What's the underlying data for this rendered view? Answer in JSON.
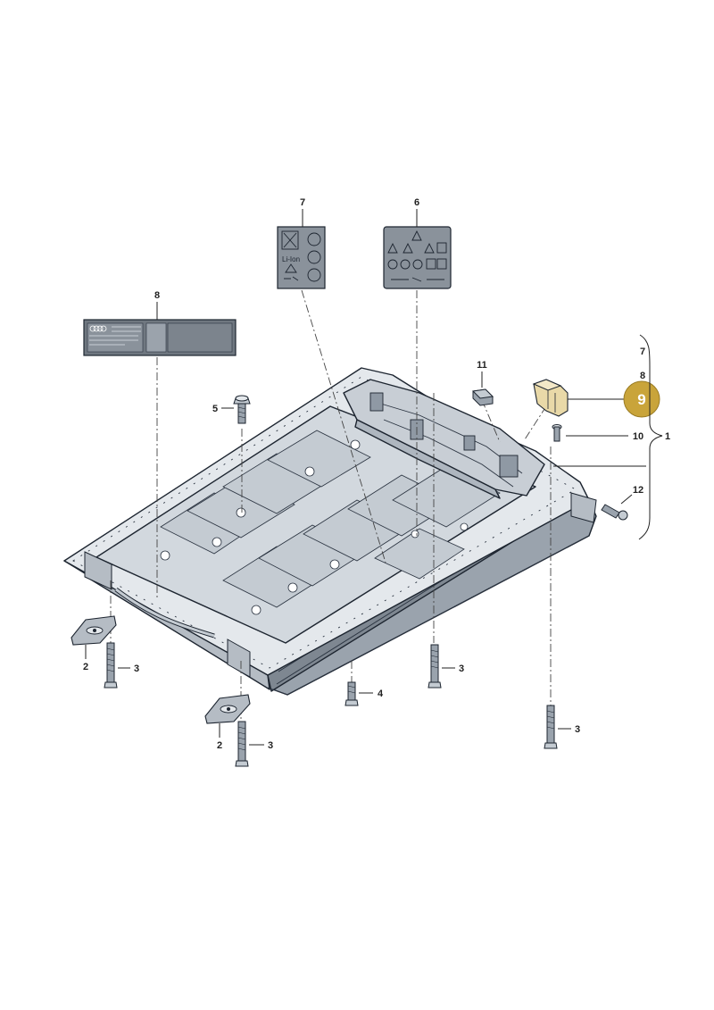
{
  "callouts": {
    "c1": "1",
    "c2a": "2",
    "c2b": "2",
    "c3a": "3",
    "c3b": "3",
    "c3c": "3",
    "c3d": "3",
    "c4": "4",
    "c5": "5",
    "c6": "6",
    "c7_label": "7",
    "c7_bracket": "7",
    "c8_label": "8",
    "c8_bracket": "8",
    "c9_highlight": "9",
    "c10": "10",
    "c11": "11",
    "c12": "12"
  },
  "labels": {
    "recycling_label_text": "Li-Ion"
  },
  "colors": {
    "highlight": "#c9a43a",
    "part_fill": "#e4e8ec",
    "part_dark": "#9aa3ad",
    "label_dark": "#6f7780",
    "bracket_part": "#e9d9a8"
  }
}
